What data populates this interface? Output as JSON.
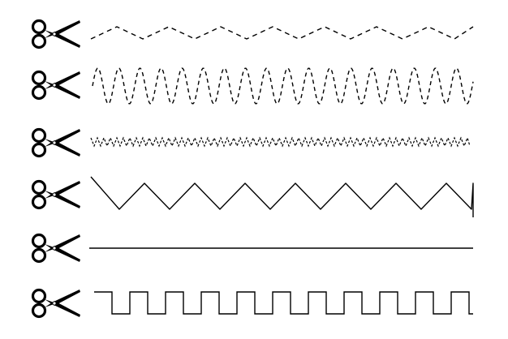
{
  "colors": {
    "background": "#ffffff",
    "ink": "#000000"
  },
  "icons": {
    "scissors": "scissors-icon"
  },
  "rows": [
    {
      "id": "row-1",
      "line_style": "dashed-zigzag",
      "dashed": true
    },
    {
      "id": "row-2",
      "line_style": "dashed-wave",
      "dashed": true
    },
    {
      "id": "row-3",
      "line_style": "dashed-small-zigzag",
      "dashed": true
    },
    {
      "id": "row-4",
      "line_style": "solid-zigzag",
      "dashed": false
    },
    {
      "id": "row-5",
      "line_style": "solid-straight",
      "dashed": false
    },
    {
      "id": "row-6",
      "line_style": "solid-square-wave",
      "dashed": false
    }
  ]
}
